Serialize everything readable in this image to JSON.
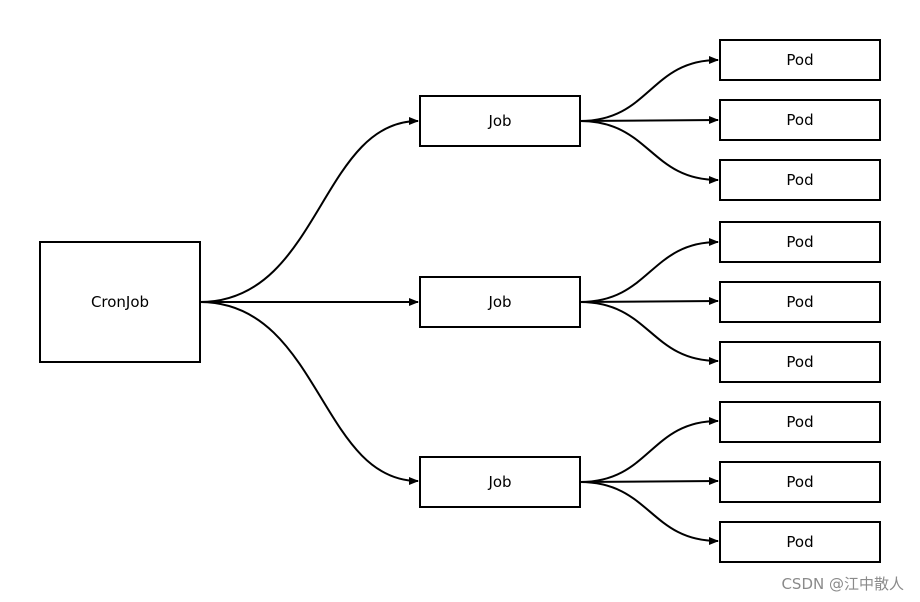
{
  "cronjob": {
    "label": "CronJob"
  },
  "jobs": [
    {
      "label": "Job",
      "pods": [
        "Pod",
        "Pod",
        "Pod"
      ]
    },
    {
      "label": "Job",
      "pods": [
        "Pod",
        "Pod",
        "Pod"
      ]
    },
    {
      "label": "Job",
      "pods": [
        "Pod",
        "Pod",
        "Pod"
      ]
    }
  ],
  "watermark": "CSDN @江中散人"
}
